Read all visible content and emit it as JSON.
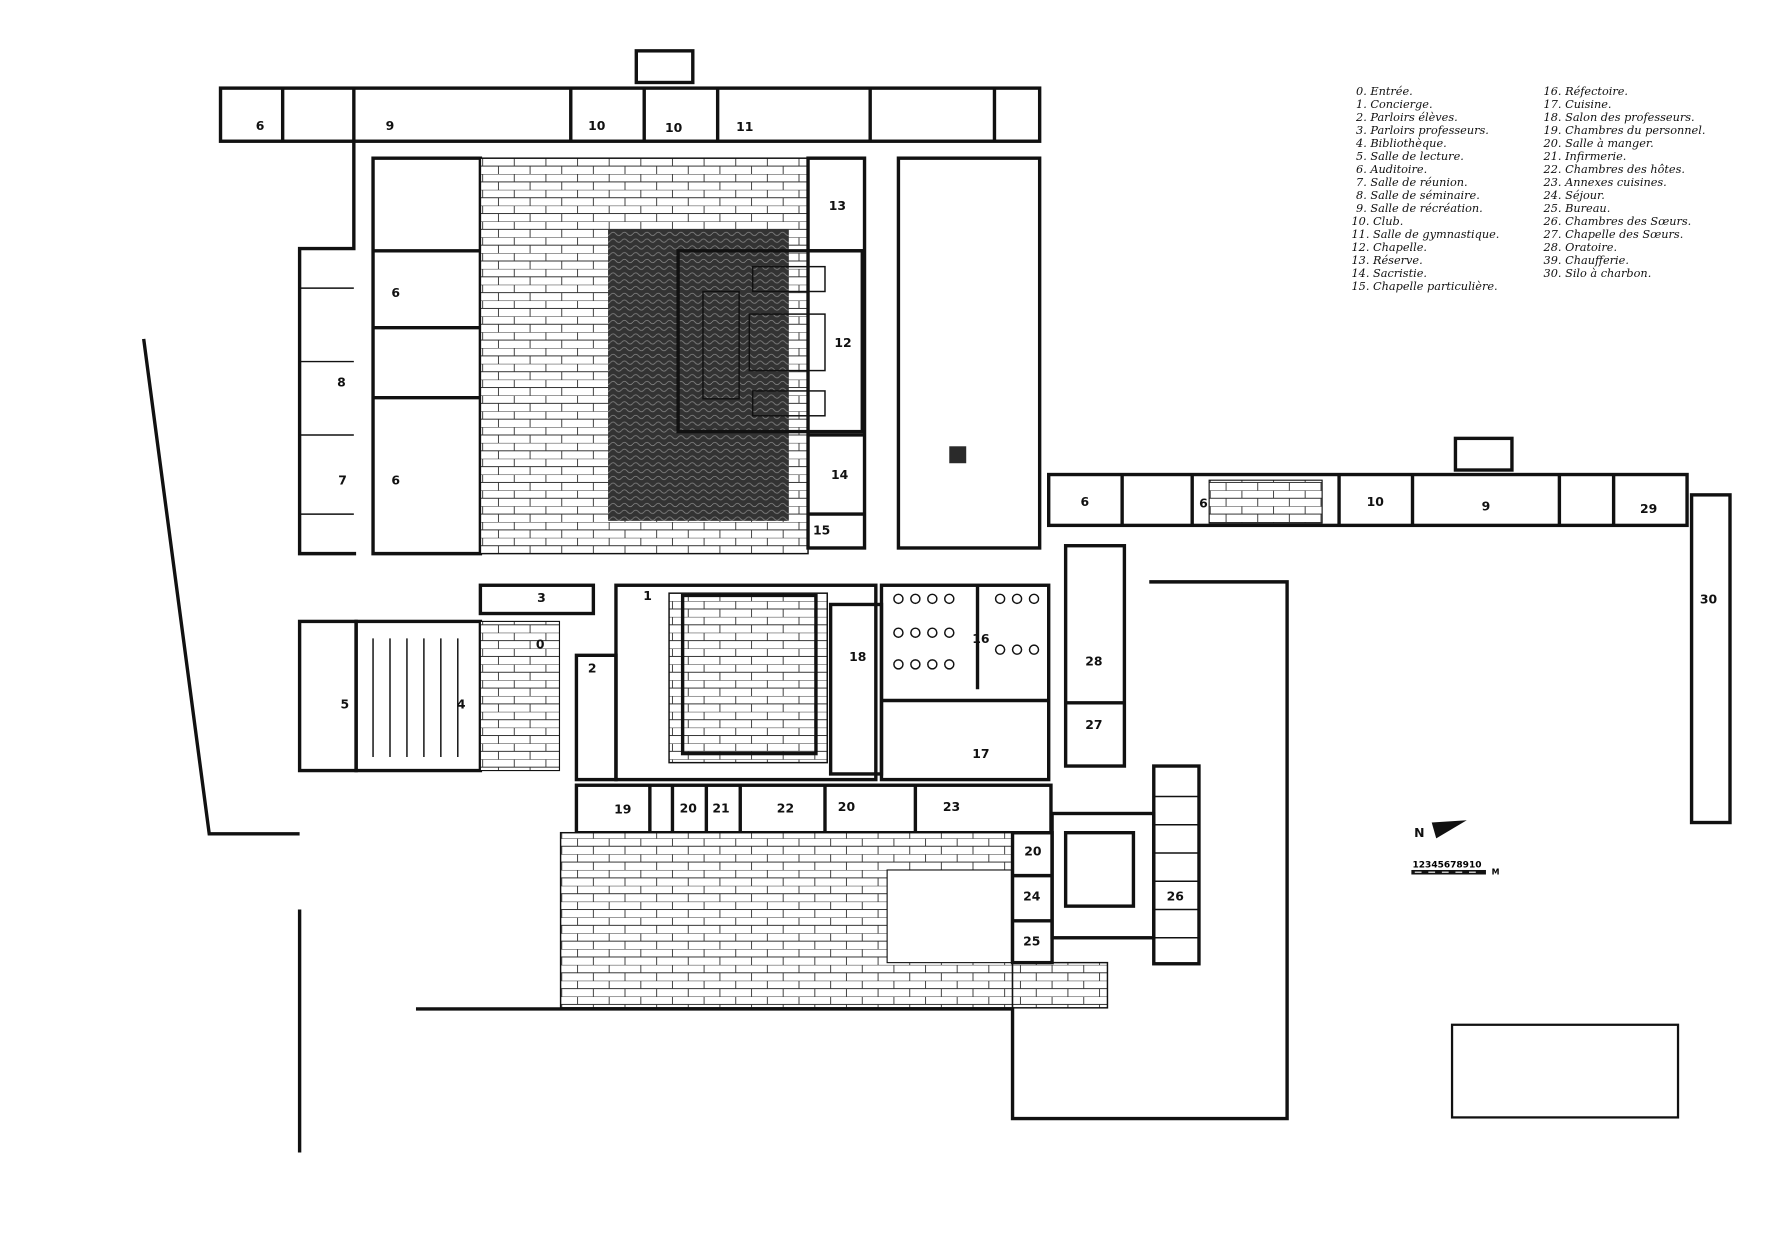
{
  "plan": {
    "room_labels": [
      "6",
      "9",
      "10",
      "10",
      "11",
      "13",
      "6",
      "12",
      "8",
      "7",
      "6",
      "14",
      "15",
      "6",
      "6",
      "10",
      "9",
      "29",
      "30",
      "3",
      "1",
      "0",
      "2",
      "18",
      "16",
      "28",
      "5",
      "4",
      "27",
      "17",
      "19",
      "20",
      "21",
      "22",
      "20",
      "23",
      "20",
      "24",
      "26",
      "25"
    ]
  },
  "legend": {
    "left": [
      "0. Entrée.",
      "1. Concierge.",
      "2. Parloirs élèves.",
      "3. Parloirs professeurs.",
      "4. Bibliothèque.",
      "5. Salle de lecture.",
      "6. Auditoire.",
      "7. Salle de réunion.",
      "8. Salle de séminaire.",
      "9. Salle de récréation.",
      "10. Club.",
      "11. Salle de gymnastique.",
      "12. Chapelle.",
      "13. Réserve.",
      "14. Sacristie.",
      "15. Chapelle particulière."
    ],
    "right": [
      "16. Réfectoire.",
      "17. Cuisine.",
      "18. Salon des professeurs.",
      "19. Chambres du personnel.",
      "20. Salle à manger.",
      "21. Infirmerie.",
      "22. Chambres des hôtes.",
      "23. Annexes cuisines.",
      "24. Séjour.",
      "25. Bureau.",
      "26. Chambres des Sœurs.",
      "27. Chapelle des Sœurs.",
      "28. Oratoire.",
      "39. Chaufferie.",
      "30. Silo à charbon."
    ]
  },
  "compass": {
    "label": "N"
  },
  "scale_bar": {
    "ticks": "12345678910",
    "unit": "M"
  }
}
